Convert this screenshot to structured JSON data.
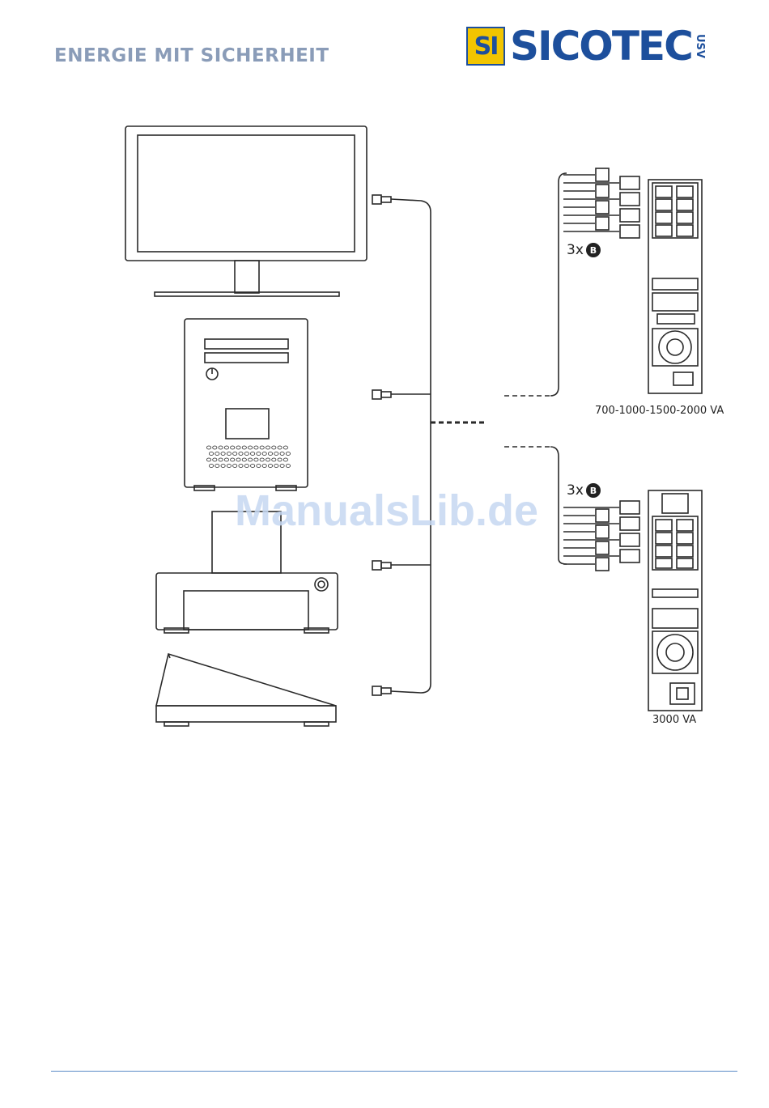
{
  "header": {
    "tagline": "ENERGIE MIT SICHERHEIT",
    "logo_box": "SI",
    "logo_word": "SICOTEC",
    "logo_sub": "USV",
    "brand_color": "#1d4f9c",
    "logo_accent": "#f2c500"
  },
  "diagram": {
    "devices": [
      "monitor-icon",
      "computer-tower-icon",
      "cash-drawer-icon",
      "keyboard-icon"
    ],
    "ups_top": {
      "count_prefix": "3x",
      "count_badge": "B",
      "label": "700-1000-1500-2000 VA"
    },
    "ups_bottom": {
      "count_prefix": "3x",
      "count_badge": "B",
      "label": "3000 VA"
    }
  },
  "watermark": "ManualsLib.de"
}
